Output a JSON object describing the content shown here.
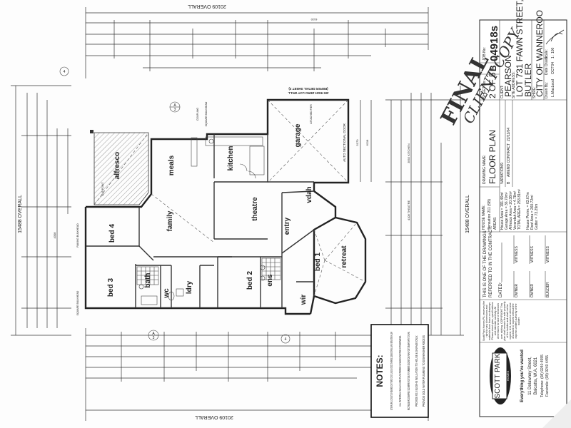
{
  "plan": {
    "overall_width": "20109 OVERALL",
    "overall_depth": "15488 OVERALL",
    "rooms": {
      "alfresco": "alfresco",
      "meals": "meals",
      "kitchen": "kitchen",
      "garage": "garage",
      "theatre": "theatre",
      "family": "family",
      "bed4": "bed 4",
      "bed3": "bed 3",
      "bath": "bath",
      "ldry": "ldry",
      "wc": "wc",
      "bed2": "bed 2",
      "ens": "ens",
      "wir": "wir",
      "entry": "entry",
      "vdah": "vdah",
      "bed1": "bed 1",
      "retreat": "retreat"
    },
    "annotations": {
      "zero_lot_wall": "2M HIGH ZERO LOT WALL",
      "zero_lot_ref": "(REFER DETAIL SHEET 3)",
      "auto_door": "AUTO SECTIONAL DOOR",
      "raking_bulkhead": "RAKING BULKHEAD",
      "square_bulkhead": "SQUARE BULKHEAD",
      "coupling": "COUPLING",
      "gas_point": "GAS POINT",
      "attached_pier": "ATTACHED PIER",
      "section_a": "A",
      "section_a_sheet": "3",
      "section_b_sheet": "4"
    },
    "dimensions": [
      "6118",
      "5170",
      "4308",
      "3592 KITCHEN",
      "4108 THEATRE",
      "6110"
    ]
  },
  "notes": {
    "title": "NOTES:",
    "items": [
      "EXTERNAL WALLS CONSISTS OF 50MM WIDE CAVITY BRICK CONST. UNLESS NOTED OTHERWISE. 110MM EXTERNAL LEAF & 90MM INTERNAL LEAF",
      "ALL INTERNAL WALLS ARE PLASTERED UNLESS NOTED OTHERWISE.",
      "RECTANGULAR DOWNPIPES / DOWNPIPE POSITION AT PLUMBERS DISCRETION. FINAL POSITION MAY VARY TO PLAN.",
      "PROVIDE R2.5 BLOW-IN INSULATION TO HOUSE & GARAGE ONLY.",
      "PROVIDE COLD WATER PLUMBING TO DISHWASHER RECESS"
    ]
  },
  "title_block": {
    "drawing_name_label": "DRAWING NAME:",
    "drawing_name": "FLOOR PLAN",
    "sheet_label": "SHEET No:",
    "sheet": "2 OF 5",
    "revision": "B",
    "job_label": "JOB No:",
    "job_no": "04918s",
    "client_label": "CLIENT:",
    "client": "PEARSON",
    "site_label": "SITE ADDRESS:",
    "site_line1": "LOT 731 FAWN STREET,",
    "site_line2": "BUTLER",
    "shire_label": "SHIRE:",
    "shire": "CITY OF WANNEROO",
    "drawn_by_label": "Drawn By:",
    "drawn_by": "L.MacLeod",
    "date_label": "Date Drawn:",
    "date": "OCT'04",
    "scale_label": "Scale:",
    "scale": "1 : 100",
    "variations_label": "VARIATIONS:",
    "variation_rev": "B",
    "variation_text": "AMEND CONTRACT",
    "variation_date": "22/11/04",
    "house_name_label": "HOUSE NAME:",
    "house_name": "Sensation 211 (SB)",
    "areas_label": "AREAS:",
    "areas": [
      "House Area = 191.46m²",
      "Garage Area = 36.70m²",
      "Alfresco Area = 20.38m²",
      "Verandah Area = 4.78m²",
      "TOTAL AREA = 253.81m²"
    ],
    "perimeter": [
      "House Perim. = 63.67m",
      "Roof Area = 260.72m²",
      "Gutter = 73.29m"
    ]
  },
  "contract": {
    "line1": "THIS IS ONE OF THE DRAWINGS",
    "line2": "REFERRED TO IN THE CONTRACT.",
    "dated": "DATED:",
    "owner": "OWNER",
    "witness": "WITNESS",
    "builder": "BUILDER"
  },
  "disclaimer": "Scott Park Homes P/L reserves the right to vary dimensions and materials from those on drawings. Please check plan, specifications and estimate carefully. All dimensions to face of brickwork over skirting. COPYRIGHT This plan shall remain the sole property of the builder and shall not be copied, lent, issued or otherwise disclosed or copied without the express written authority of the builder.",
  "company": {
    "logo_text": "SCOTT PARK",
    "logo_sub": "HOMES",
    "slogan": "Everything you've wanted",
    "address1": "11 Delawney Street,",
    "address2": "Balcatta, W.A. 6021",
    "telephone": "Telephone: (08) 9240 4555",
    "facsimile": "Facsimile: (08) 9240 4455"
  },
  "stamps": {
    "final": "FINAL",
    "client_copy": "CLIENT COPY"
  }
}
